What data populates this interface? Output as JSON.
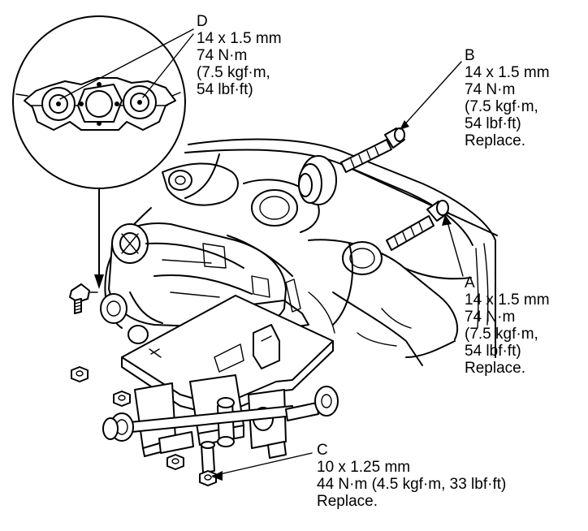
{
  "callouts": {
    "d": {
      "letter": "D",
      "lines": [
        "14 x 1.5 mm",
        "74 N·m",
        "(7.5 kgf·m,",
        "54 lbf·ft)"
      ]
    },
    "b": {
      "letter": "B",
      "lines": [
        "14 x 1.5 mm",
        "74 N·m",
        "(7.5 kgf·m,",
        "54 lbf·ft)",
        "Replace."
      ]
    },
    "a": {
      "letter": "A",
      "lines": [
        "14 x 1.5 mm",
        "74 N·m",
        "(7.5 kgf·m,",
        "54 lbf·ft)",
        "Replace."
      ]
    },
    "c": {
      "letter": "C",
      "lines": [
        "10 x 1.25 mm",
        "44 N·m (4.5 kgf·m, 33 lbf·ft)",
        "Replace."
      ]
    }
  }
}
